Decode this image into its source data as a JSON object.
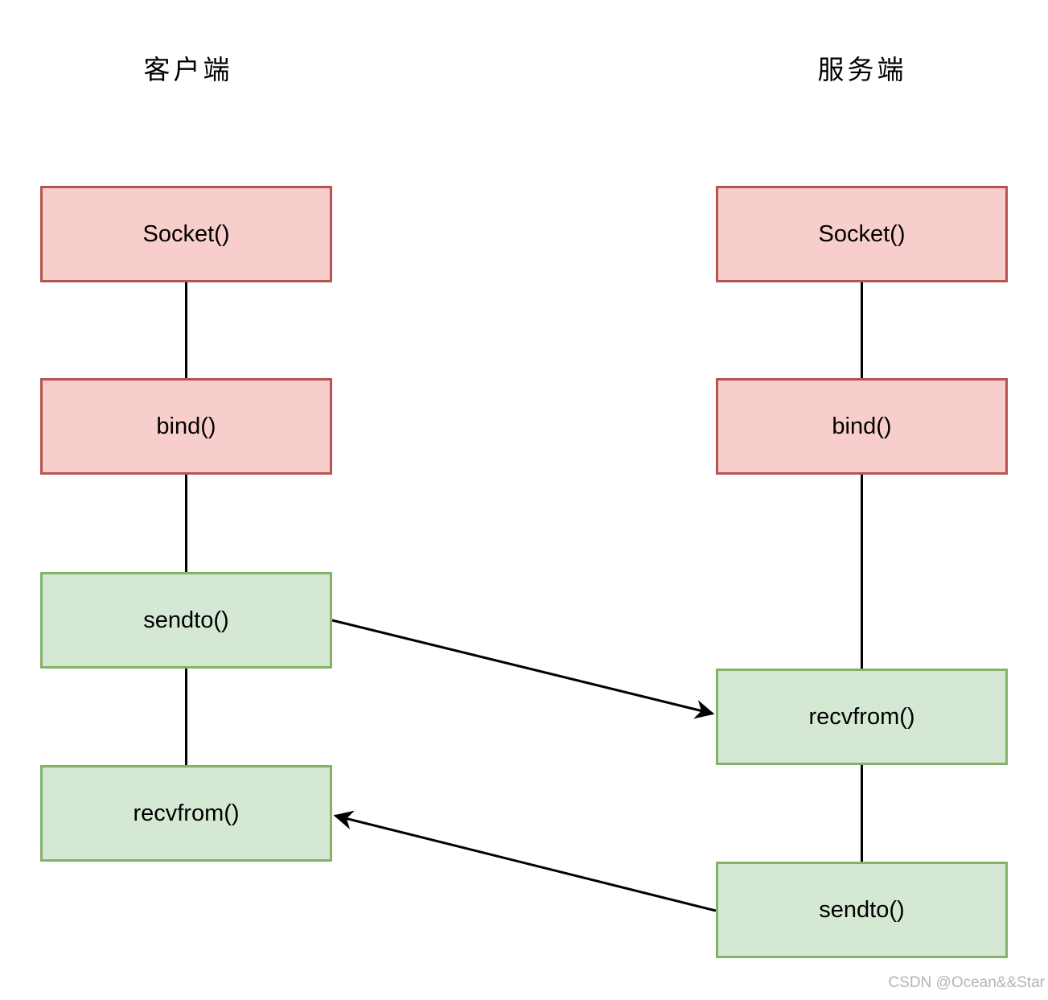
{
  "diagram": {
    "client": {
      "title": "客户端",
      "boxes": [
        {
          "label": "Socket()",
          "color": "red"
        },
        {
          "label": "bind()",
          "color": "red"
        },
        {
          "label": "sendto()",
          "color": "green"
        },
        {
          "label": "recvfrom()",
          "color": "green"
        }
      ]
    },
    "server": {
      "title": "服务端",
      "boxes": [
        {
          "label": "Socket()",
          "color": "red"
        },
        {
          "label": "bind()",
          "color": "red"
        },
        {
          "label": "recvfrom()",
          "color": "green"
        },
        {
          "label": "sendto()",
          "color": "green"
        }
      ]
    },
    "arrows": [
      {
        "from": "client sendto()",
        "to": "server recvfrom()"
      },
      {
        "from": "server sendto()",
        "to": "client recvfrom()"
      }
    ],
    "colors": {
      "red_fill": "#f8cecc",
      "red_stroke": "#b85450",
      "green_fill": "#d5e8d4",
      "green_stroke": "#82b366",
      "line": "#000000",
      "watermark": "#b5b5b5"
    },
    "watermark": "CSDN @Ocean&&Star"
  }
}
